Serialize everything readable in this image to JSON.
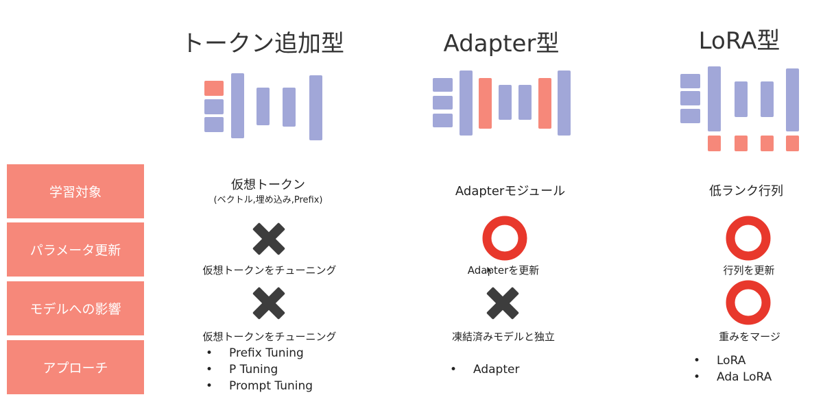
{
  "columns": [
    {
      "title": "トークン追加型",
      "target": "仮想トークン",
      "target_sub": "(ベクトル,埋め込み,Prefix)",
      "update_caption": "仮想トークンをチューニング",
      "influence_caption": "仮想トークンをチューニング",
      "approaches": [
        "Prefix Tuning",
        "P Tuning",
        "Prompt Tuning"
      ]
    },
    {
      "title": "Adapter型",
      "target": "Adapterモジュール",
      "update_caption": "Adapterを更新",
      "influence_caption": "凍結済みモデルと独立",
      "approaches": [
        "Adapter"
      ]
    },
    {
      "title": "LoRA型",
      "target": "低ランク行列",
      "update_caption": "行列を更新",
      "influence_caption": "重みをマージ",
      "approaches": [
        "LoRA",
        "Ada LoRA"
      ]
    }
  ],
  "rows": [
    "学習対象",
    "パラメータ更新",
    "モデルへの影響",
    "アプローチ"
  ],
  "colors": {
    "blue": "#a1a7d8",
    "red": "#f6887a",
    "circle": "#e8382c",
    "cross": "#3d3d3d"
  },
  "icons": {
    "update": [
      "cross-icon",
      "circle-icon",
      "circle-icon"
    ],
    "influence": [
      "cross-icon",
      "cross-icon",
      "circle-icon"
    ]
  }
}
